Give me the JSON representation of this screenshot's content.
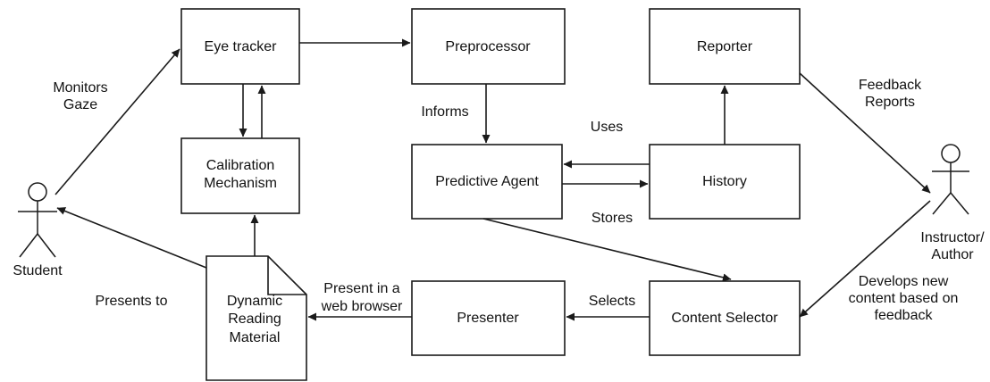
{
  "nodes": {
    "eye_tracker": "Eye tracker",
    "preprocessor": "Preprocessor",
    "reporter": "Reporter",
    "calibration_line1": "Calibration",
    "calibration_line2": "Mechanism",
    "predictive_agent": "Predictive Agent",
    "history": "History",
    "dynamic_line1": "Dynamic",
    "dynamic_line2": "Reading",
    "dynamic_line3": "Material",
    "presenter": "Presenter",
    "content_selector": "Content Selector"
  },
  "actors": {
    "student": "Student",
    "instructor_line1": "Instructor/",
    "instructor_line2": "Author"
  },
  "edge_labels": {
    "monitors_line1": "Monitors",
    "monitors_line2": "Gaze",
    "informs": "Informs",
    "uses": "Uses",
    "stores": "Stores",
    "feedback_line1": "Feedback",
    "feedback_line2": "Reports",
    "presents_to": "Presents to",
    "present_browser_line1": "Present in a",
    "present_browser_line2": "web browser",
    "selects": "Selects",
    "develops_line1": "Develops new",
    "develops_line2": "content based on",
    "develops_line3": "feedback"
  }
}
